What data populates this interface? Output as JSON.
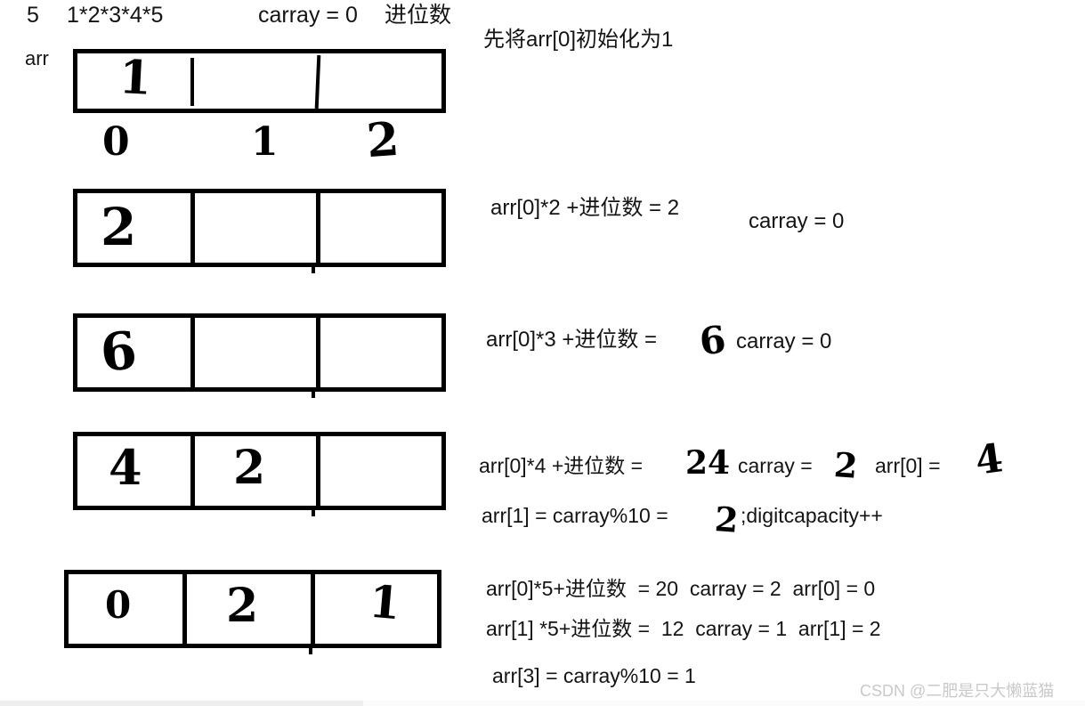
{
  "header": {
    "n": "5",
    "expression": "1*2*3*4*5",
    "carry_init": "carray = 0",
    "carry_label_cn": "进位数",
    "arr_label": "arr",
    "init_note": "先将arr[0]初始化为1"
  },
  "index_labels": [
    "0",
    "1",
    "2"
  ],
  "steps": [
    {
      "id": "step-1",
      "cells": [
        "1",
        "",
        ""
      ],
      "lines": []
    },
    {
      "id": "step-2",
      "cells": [
        "2",
        "",
        ""
      ],
      "lines": [
        {
          "parts": [
            "arr[0]*2 +进位数 = 2",
            "carray = 0"
          ]
        }
      ]
    },
    {
      "id": "step-3",
      "cells": [
        "6",
        "",
        ""
      ],
      "lines": [
        {
          "parts": [
            "arr[0]*3 +进位数 = ",
            "6",
            "carray = 0"
          ]
        }
      ]
    },
    {
      "id": "step-4",
      "cells": [
        "4",
        "2",
        ""
      ],
      "lines": [
        {
          "parts": [
            "arr[0]*4 +进位数 = ",
            "24",
            " carray = ",
            "2",
            "  arr[0] = ",
            "4"
          ]
        },
        {
          "parts": [
            "arr[1] = carray%10 = ",
            "2",
            ";digitcapacity++"
          ]
        }
      ]
    },
    {
      "id": "step-5",
      "cells": [
        "0",
        "2",
        "1"
      ],
      "lines": [
        {
          "parts": [
            "arr[0]*5+进位数  = 20  carray = 2  arr[0] = 0"
          ]
        },
        {
          "parts": [
            "arr[1] *5+进位数 =  12  carray = 1  arr[1] = 2"
          ]
        },
        {
          "parts": [
            "arr[3] = carray%10 = 1"
          ]
        }
      ]
    }
  ],
  "annotations": {
    "eq2_main": "arr[0]*2 +进位数 = 2",
    "eq2_carry": "carray = 0",
    "eq3_main": "arr[0]*3 +进位数 = ",
    "eq3_value": "6",
    "eq3_carry": "carray = 0",
    "eq4_main": "arr[0]*4 +进位数 = ",
    "eq4_value": "24",
    "eq4_carry_label": "carray = ",
    "eq4_carry_value": "2",
    "eq4_arr0_label": "arr[0] = ",
    "eq4_arr0_value": "4",
    "eq4_line2_a": "arr[1] = carray%10 = ",
    "eq4_line2_value": "2",
    "eq4_line2_b": ";digitcapacity++",
    "eq5_line1": "arr[0]*5+进位数  = 20  carray = 2  arr[0] = 0",
    "eq5_line2": "arr[1] *5+进位数 =  12  carray = 1  arr[1] = 2",
    "eq5_line3": "arr[3] = carray%10 = 1"
  },
  "watermark": "CSDN @二肥是只大懒蓝猫",
  "colors": {
    "ink": "#141414",
    "hand": "#000000",
    "background": "#ffffff",
    "watermark": "#c9c9c9"
  }
}
